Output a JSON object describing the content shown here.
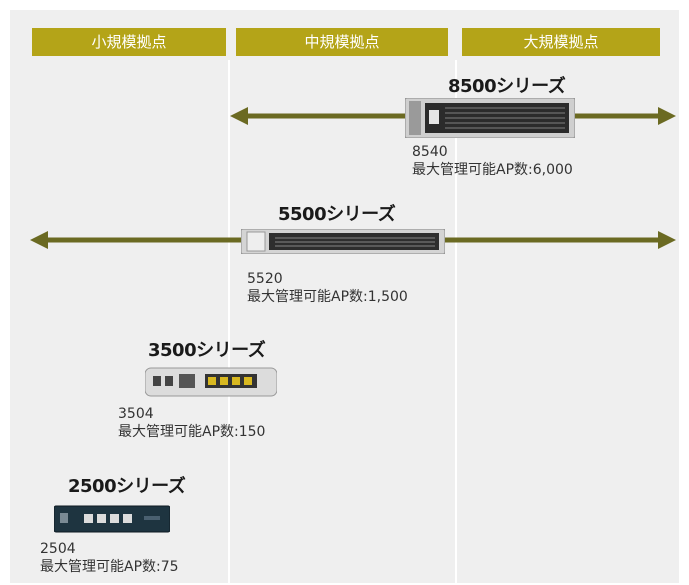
{
  "headers": {
    "small": "小規模拠点",
    "medium": "中規模拠点",
    "large": "大規模拠点"
  },
  "series": [
    {
      "title": "8500シリーズ",
      "model": "8540",
      "capacity": "最大管理可能AP数:6,000"
    },
    {
      "title": "5500シリーズ",
      "model": "5520",
      "capacity": "最大管理可能AP数:1,500"
    },
    {
      "title": "3500シリーズ",
      "model": "3504",
      "capacity": "最大管理可能AP数:150"
    },
    {
      "title": "2500シリーズ",
      "model": "2504",
      "capacity": "最大管理可能AP数:75"
    }
  ],
  "colors": {
    "header_bg": "#b4a418",
    "arrow": "#6b6a22",
    "panel_bg": "#efefef"
  }
}
